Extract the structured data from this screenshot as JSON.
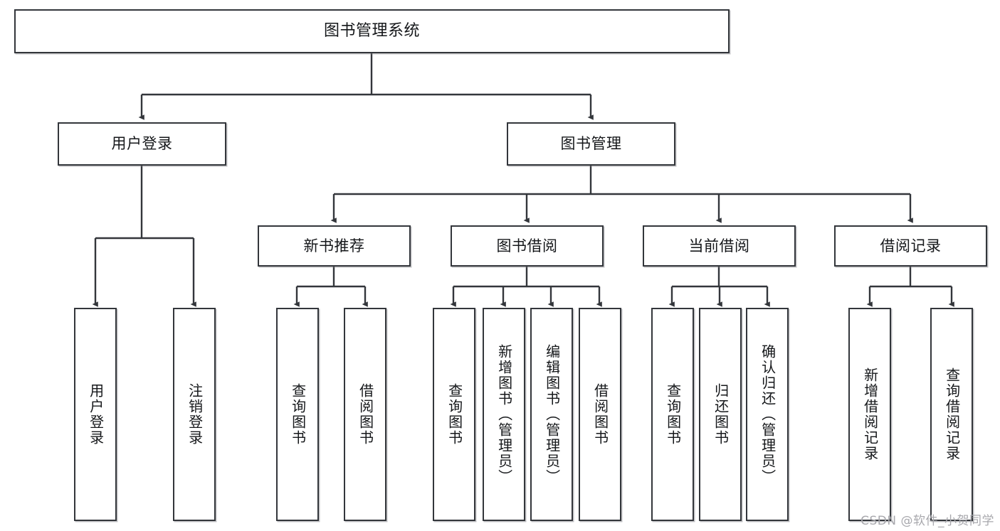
{
  "diagram": {
    "type": "tree-hierarchy-chart",
    "title_node": {
      "label": "图书管理系统"
    },
    "level1": [
      {
        "id": "user-login",
        "label": "用户登录"
      },
      {
        "id": "book-management",
        "label": "图书管理"
      }
    ],
    "level2": [
      {
        "id": "new-book-recommend",
        "label": "新书推荐"
      },
      {
        "id": "book-borrow",
        "label": "图书借阅"
      },
      {
        "id": "current-borrow",
        "label": "当前借阅"
      },
      {
        "id": "borrow-record",
        "label": "借阅记录"
      }
    ],
    "leaves": [
      {
        "id": "leaf-user-login",
        "label": "用户登录",
        "parent": "user-login"
      },
      {
        "id": "leaf-logout-login",
        "label": "注销登录",
        "parent": "user-login"
      },
      {
        "id": "leaf-query-book-1",
        "label": "查询图书",
        "parent": "new-book-recommend"
      },
      {
        "id": "leaf-borrow-book-1",
        "label": "借阅图书",
        "parent": "new-book-recommend"
      },
      {
        "id": "leaf-query-book-2",
        "label": "查询图书",
        "parent": "book-borrow"
      },
      {
        "id": "leaf-add-book-admin",
        "label": "新增图书（管理员）",
        "parent": "book-borrow"
      },
      {
        "id": "leaf-edit-book-admin",
        "label": "编辑图书（管理员）",
        "parent": "book-borrow"
      },
      {
        "id": "leaf-borrow-book-2",
        "label": "借阅图书",
        "parent": "book-borrow"
      },
      {
        "id": "leaf-query-book-3",
        "label": "查询图书",
        "parent": "current-borrow"
      },
      {
        "id": "leaf-return-book",
        "label": "归还图书",
        "parent": "current-borrow"
      },
      {
        "id": "leaf-confirm-return-admin",
        "label": "确认归还（管理员）",
        "parent": "current-borrow"
      },
      {
        "id": "leaf-add-borrow-record",
        "label": "新增借阅记录",
        "parent": "borrow-record"
      },
      {
        "id": "leaf-query-borrow-record",
        "label": "查询借阅记录",
        "parent": "borrow-record"
      }
    ],
    "colors": {
      "node_border": "#33363b",
      "node_fill": "#ffffff",
      "edge": "#33363b",
      "text": "#15171a",
      "watermark": "#a8a8ad",
      "background": "#ffffff"
    }
  },
  "watermark": {
    "text": "CSDN @软件_小贺同学"
  }
}
